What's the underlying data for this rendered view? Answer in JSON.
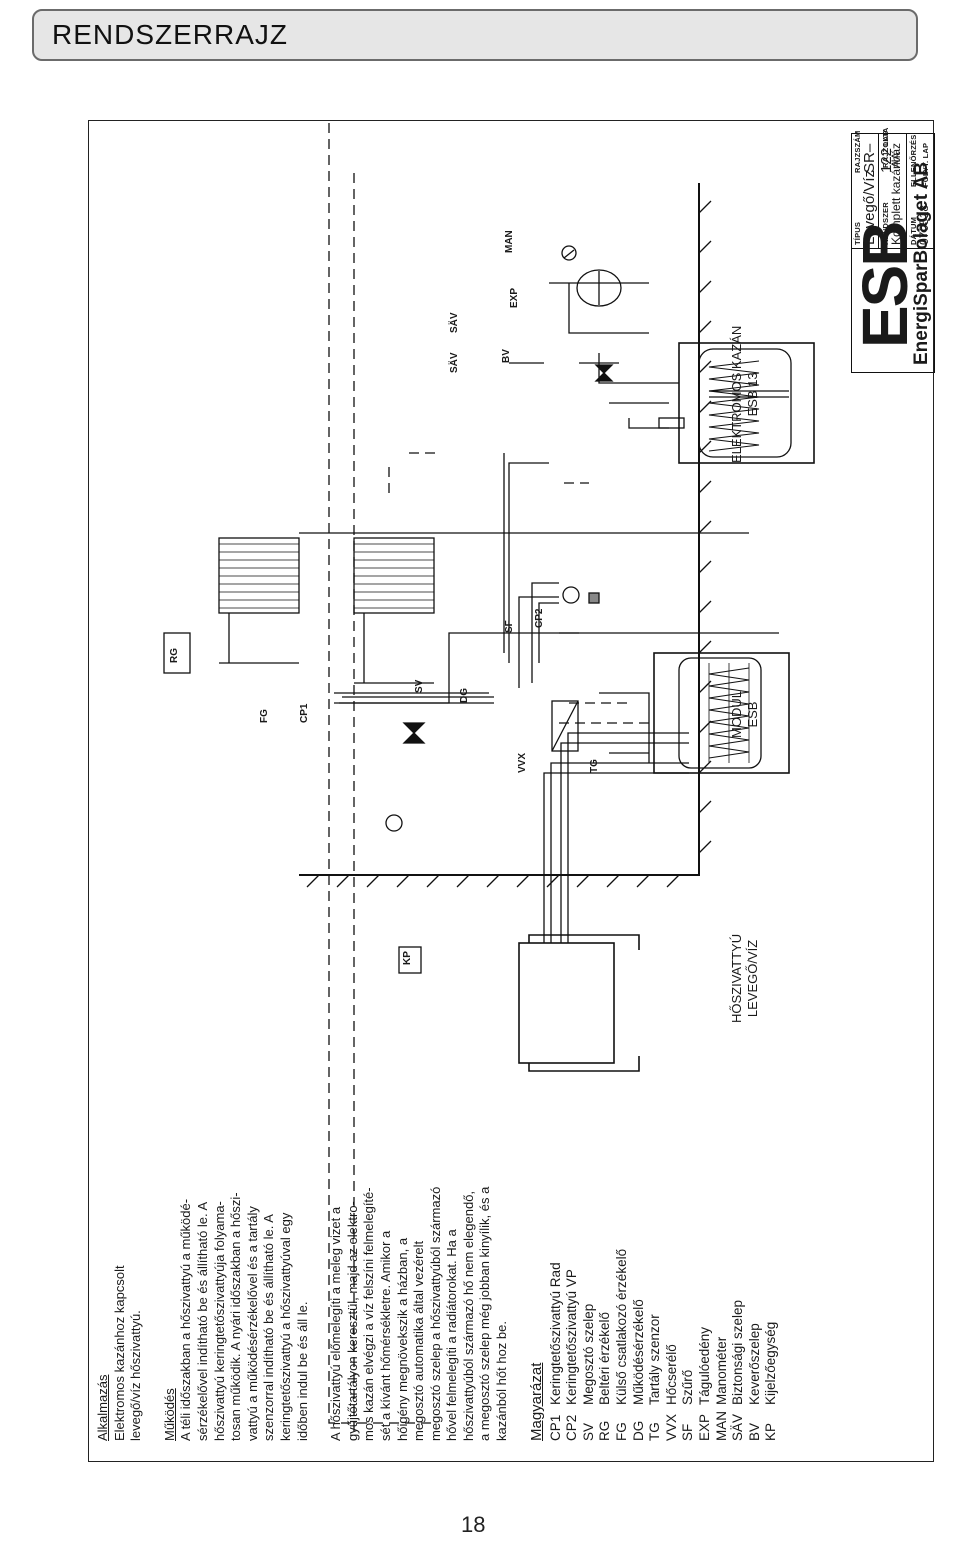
{
  "header": {
    "title": "RENDSZERRAJZ"
  },
  "page_number": "18",
  "application": {
    "title": "Alkalmazás",
    "lines": [
      "Elektromos kazánhoz kapcsolt",
      "levegő/víz hőszivattyú."
    ]
  },
  "operation": {
    "title": "Működés",
    "para1": [
      "A téli időszakban a hőszivattyú a működé-",
      "sérzékelővel indítható be és állítható le. A",
      "hőszivattyú keringtetőszivattyúja folyama-",
      "tosan működik. A nyári időszakban a hőszi-",
      "vattyú a működésérzékelővel és a tartály",
      "szenzorral indítható be és állítható le. A",
      "keringtetőszivattyú a hőszivattyúval egy",
      "időben indul be és áll le."
    ],
    "para2": [
      "A hőszivattyú előmelegíti a meleg vizet a",
      "gyűjtőtartályon keresztül, majd az elektro-",
      "mos kazán elvégzi a víz felszíni felmelegíté-",
      "sét a kívánt hőmérsékletre. Amikor a",
      "hőigény megnövekszik a házban, a",
      "megosztó automatika által vezérelt",
      "megosztó szelep a hőszivattyúból származó",
      "hővel felmelegíti a radiátorokat. Ha a",
      "hőszivattyúból származó hő nem elegendő,",
      "a megosztó szelep még jobban kinyílik, és a",
      "kazánból hőt hoz be."
    ]
  },
  "legend": {
    "title": "Magyarázat",
    "items": [
      {
        "code": "CP1",
        "text": "Keringtetőszivattyú   Rad"
      },
      {
        "code": "CP2",
        "text": "Keringtetőszivattyú   VP"
      },
      {
        "code": "SV",
        "text": "Megosztó szelep"
      },
      {
        "code": "RG",
        "text": "Beltéri érzékelő"
      },
      {
        "code": "FG",
        "text": "Külső csatlakozó érzékelő"
      },
      {
        "code": "DG",
        "text": "Működésérzékelő"
      },
      {
        "code": "TG",
        "text": "Tartály szenzor"
      },
      {
        "code": "VVX",
        "text": "Hőcserélő"
      },
      {
        "code": "SF",
        "text": "Szűrő"
      },
      {
        "code": "EXP",
        "text": "Tágulóedény"
      },
      {
        "code": "MAN",
        "text": "Manométer"
      },
      {
        "code": "SÄV",
        "text": "Biztonsági szelep"
      },
      {
        "code": "BV",
        "text": "Keverőszelep"
      },
      {
        "code": "KP",
        "text": "Kijelzőegység"
      }
    ]
  },
  "diagram": {
    "heat_pump_label": [
      "HŐSZIVATTYÚ",
      "LEVEGŐ/VÍZ"
    ],
    "module_label": [
      "MODUL",
      "ESB"
    ],
    "boiler_label": [
      "ELEKTROMOS KAZÁN",
      "ESB 13"
    ],
    "tags": {
      "kp": "KP",
      "vvx": "VVX",
      "tg": "TG",
      "dg": "DG",
      "sv": "SV",
      "sf": "SF",
      "cp2": "CP2",
      "fg": "FG",
      "cp1": "CP1",
      "rg": "RG",
      "sav1": "SÄV",
      "sav2": "SÄV",
      "bv": "BV",
      "exp": "EXP",
      "man": "MAN"
    }
  },
  "title_block": {
    "logo": "ESB",
    "company": "EnergiSparBolaget AB",
    "tipus_label": "TÍPUS",
    "tipus_value": "Levegő/Víz",
    "rajzszam_label": "RAJZSZÁM",
    "rajzszam_value": "SR–122",
    "rendszer_label": "RENDSZER",
    "rendszer_value": "Komplett kazánház",
    "rajzolta_label": "RAJZOLTA",
    "rajzolta_value": "AA",
    "lap_label": "LAP",
    "datum_label": "DÁTUM",
    "datum_value": "070518",
    "ellenorzes_label": "ELLENŐRZÉS",
    "folyt_label": "FOLYT. LAP"
  }
}
